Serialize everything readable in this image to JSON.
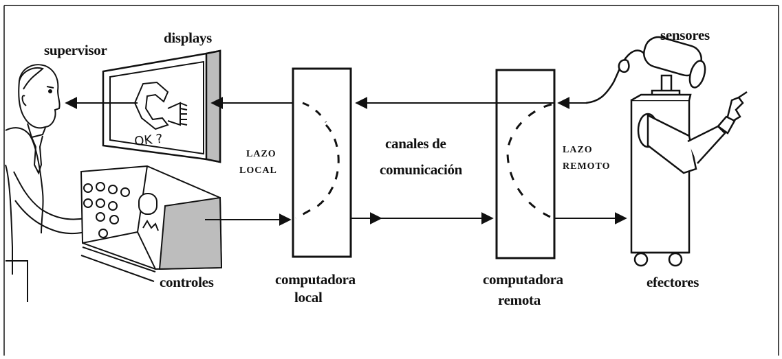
{
  "labels": {
    "supervisor": "supervisor",
    "displays": "displays",
    "sensores": "sensores",
    "controles": "controles",
    "efectores": "efectores",
    "computadora_local": [
      "computadora",
      "local"
    ],
    "computadora_remota": [
      "computadora",
      "remota"
    ],
    "canales": [
      "canales de",
      "comunicación"
    ],
    "lazo_local": [
      "LAZO",
      "LOCAL"
    ],
    "lazo_remoto": [
      "LAZO",
      "REMOTO"
    ],
    "screen_text": "OK ?"
  }
}
